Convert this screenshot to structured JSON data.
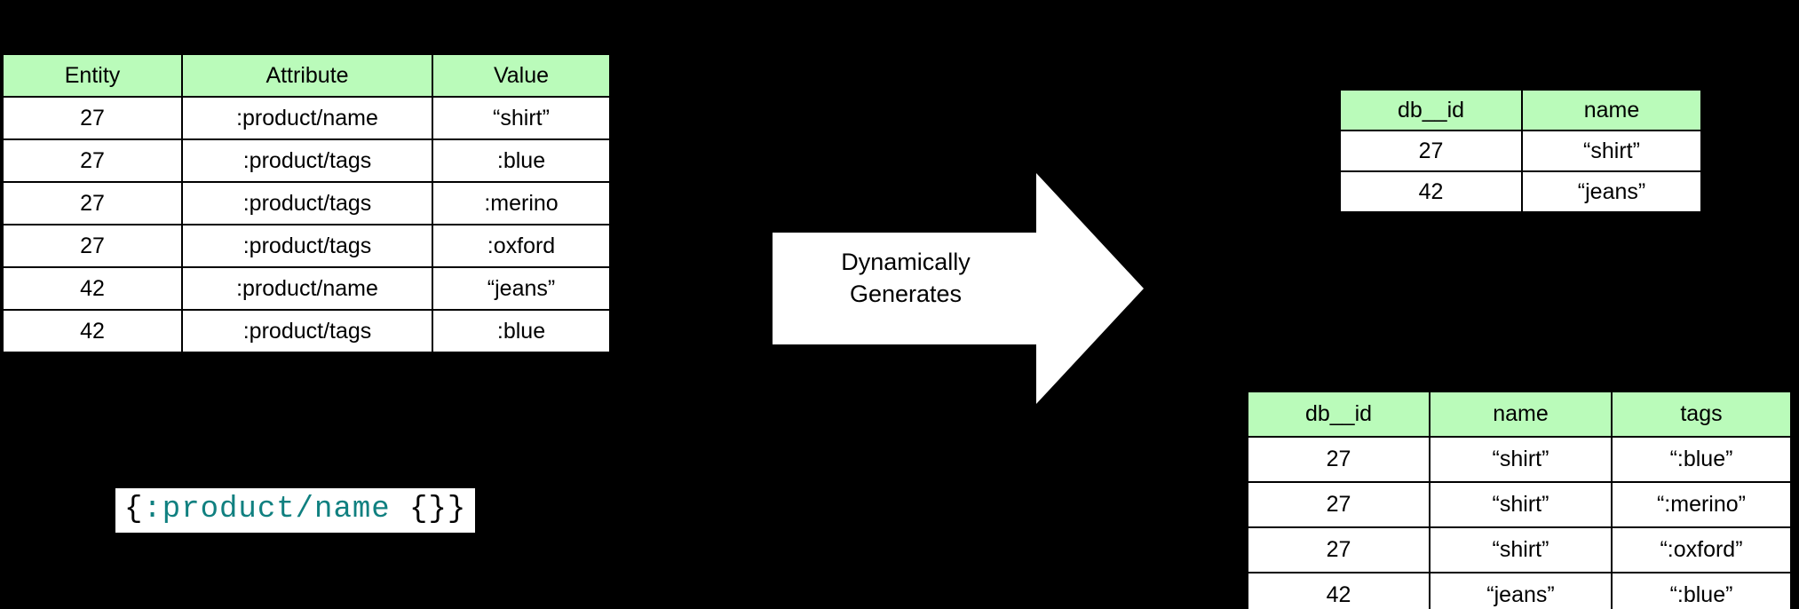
{
  "diagram": {
    "background_color": "#000000",
    "header_color": "#bafbba",
    "keyword_color": "#108080",
    "arrow": {
      "label": "Dynamically\nGenerates",
      "line1": "Dynamically",
      "line2": "Generates",
      "color": "#ffffff",
      "direction": "right"
    }
  },
  "eav_table": {
    "headers": [
      "Entity",
      "Attribute",
      "Value"
    ],
    "rows": [
      [
        "27",
        ":product/name",
        "“shirt”"
      ],
      [
        "27",
        ":product/tags",
        ":blue"
      ],
      [
        "27",
        ":product/tags",
        ":merino"
      ],
      [
        "27",
        ":product/tags",
        ":oxford"
      ],
      [
        "42",
        ":product/name",
        "“jeans”"
      ],
      [
        "42",
        ":product/tags",
        ":blue"
      ]
    ]
  },
  "names_table": {
    "headers": [
      "db__id",
      "name"
    ],
    "rows": [
      [
        "27",
        "“shirt”"
      ],
      [
        "42",
        "“jeans”"
      ]
    ]
  },
  "tags_table": {
    "headers": [
      "db__id",
      "name",
      "tags"
    ],
    "rows": [
      [
        "27",
        "“shirt”",
        "“:blue”"
      ],
      [
        "27",
        "“shirt”",
        "“:merino”"
      ],
      [
        "27",
        "“shirt”",
        "“:oxford”"
      ],
      [
        "42",
        "“jeans”",
        "“:blue”"
      ]
    ]
  },
  "code_snippet": {
    "full_text": "{:product/name {}}",
    "open_brace": "{",
    "keyword": ":product/name",
    "close": " {}}"
  }
}
